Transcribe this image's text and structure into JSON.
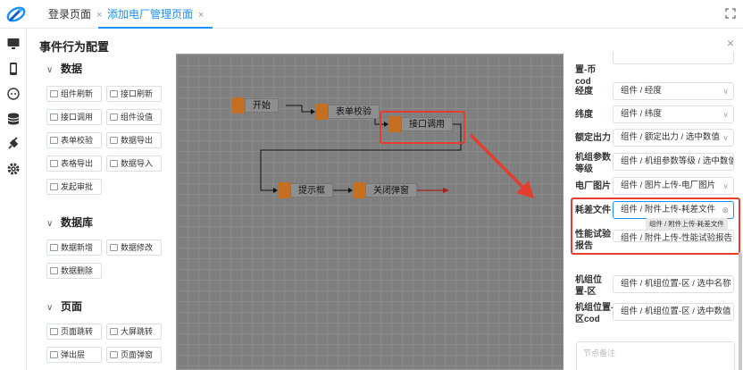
{
  "tabs": [
    {
      "label": "登录页面",
      "close": "×"
    },
    {
      "label": "添加电厂管理页面",
      "close": "×"
    }
  ],
  "panel": {
    "title": "事件行为配置",
    "close": "×"
  },
  "groups": [
    {
      "title": "数据",
      "items": [
        "组件刷新",
        "接口刷新",
        "接口调用",
        "组件设值",
        "表单校验",
        "数据导出",
        "表格导出",
        "数据导入",
        "发起审批"
      ]
    },
    {
      "title": "数据库",
      "items": [
        "数据新增",
        "数据修改",
        "数据删除"
      ]
    },
    {
      "title": "页面",
      "items": [
        "页面跳转",
        "大屏跳转",
        "弹出层",
        "页面弹窗"
      ]
    }
  ],
  "flow": {
    "nodes": [
      "开始",
      "表单校验",
      "接口调用",
      "提示框",
      "关闭弹窗"
    ]
  },
  "config": {
    "partial_label": "置-币cod",
    "fields": [
      {
        "label": "经度",
        "value": "组件 / 经度"
      },
      {
        "label": "纬度",
        "value": "组件 / 纬度"
      },
      {
        "label": "额定出力",
        "value": "组件 / 额定出力 / 选中数值"
      },
      {
        "label": "机组参数等级",
        "value": "组件 / 机组参数等级 / 选中数值"
      },
      {
        "label": "电厂图片",
        "value": "组件 / 图片上传-电厂图片"
      },
      {
        "label": "耗差文件",
        "value": "组件 / 附件上传-耗差文件"
      },
      {
        "label": "性能试验报告",
        "value": "组件 / 附件上传-性能试验报告"
      },
      {
        "label": "机组位置-区",
        "value": "组件 / 机组位置-区 / 选中名称"
      },
      {
        "label": "机组位置-区cod",
        "value": "组件 / 机组位置-区 / 选中数值"
      }
    ],
    "tooltip": "组件 / 附件上传-耗差文件",
    "remark_placeholder": "节点备注"
  },
  "colors": {
    "accent": "#1890ff",
    "node": "#c47020",
    "highlight": "#e53e2e"
  }
}
